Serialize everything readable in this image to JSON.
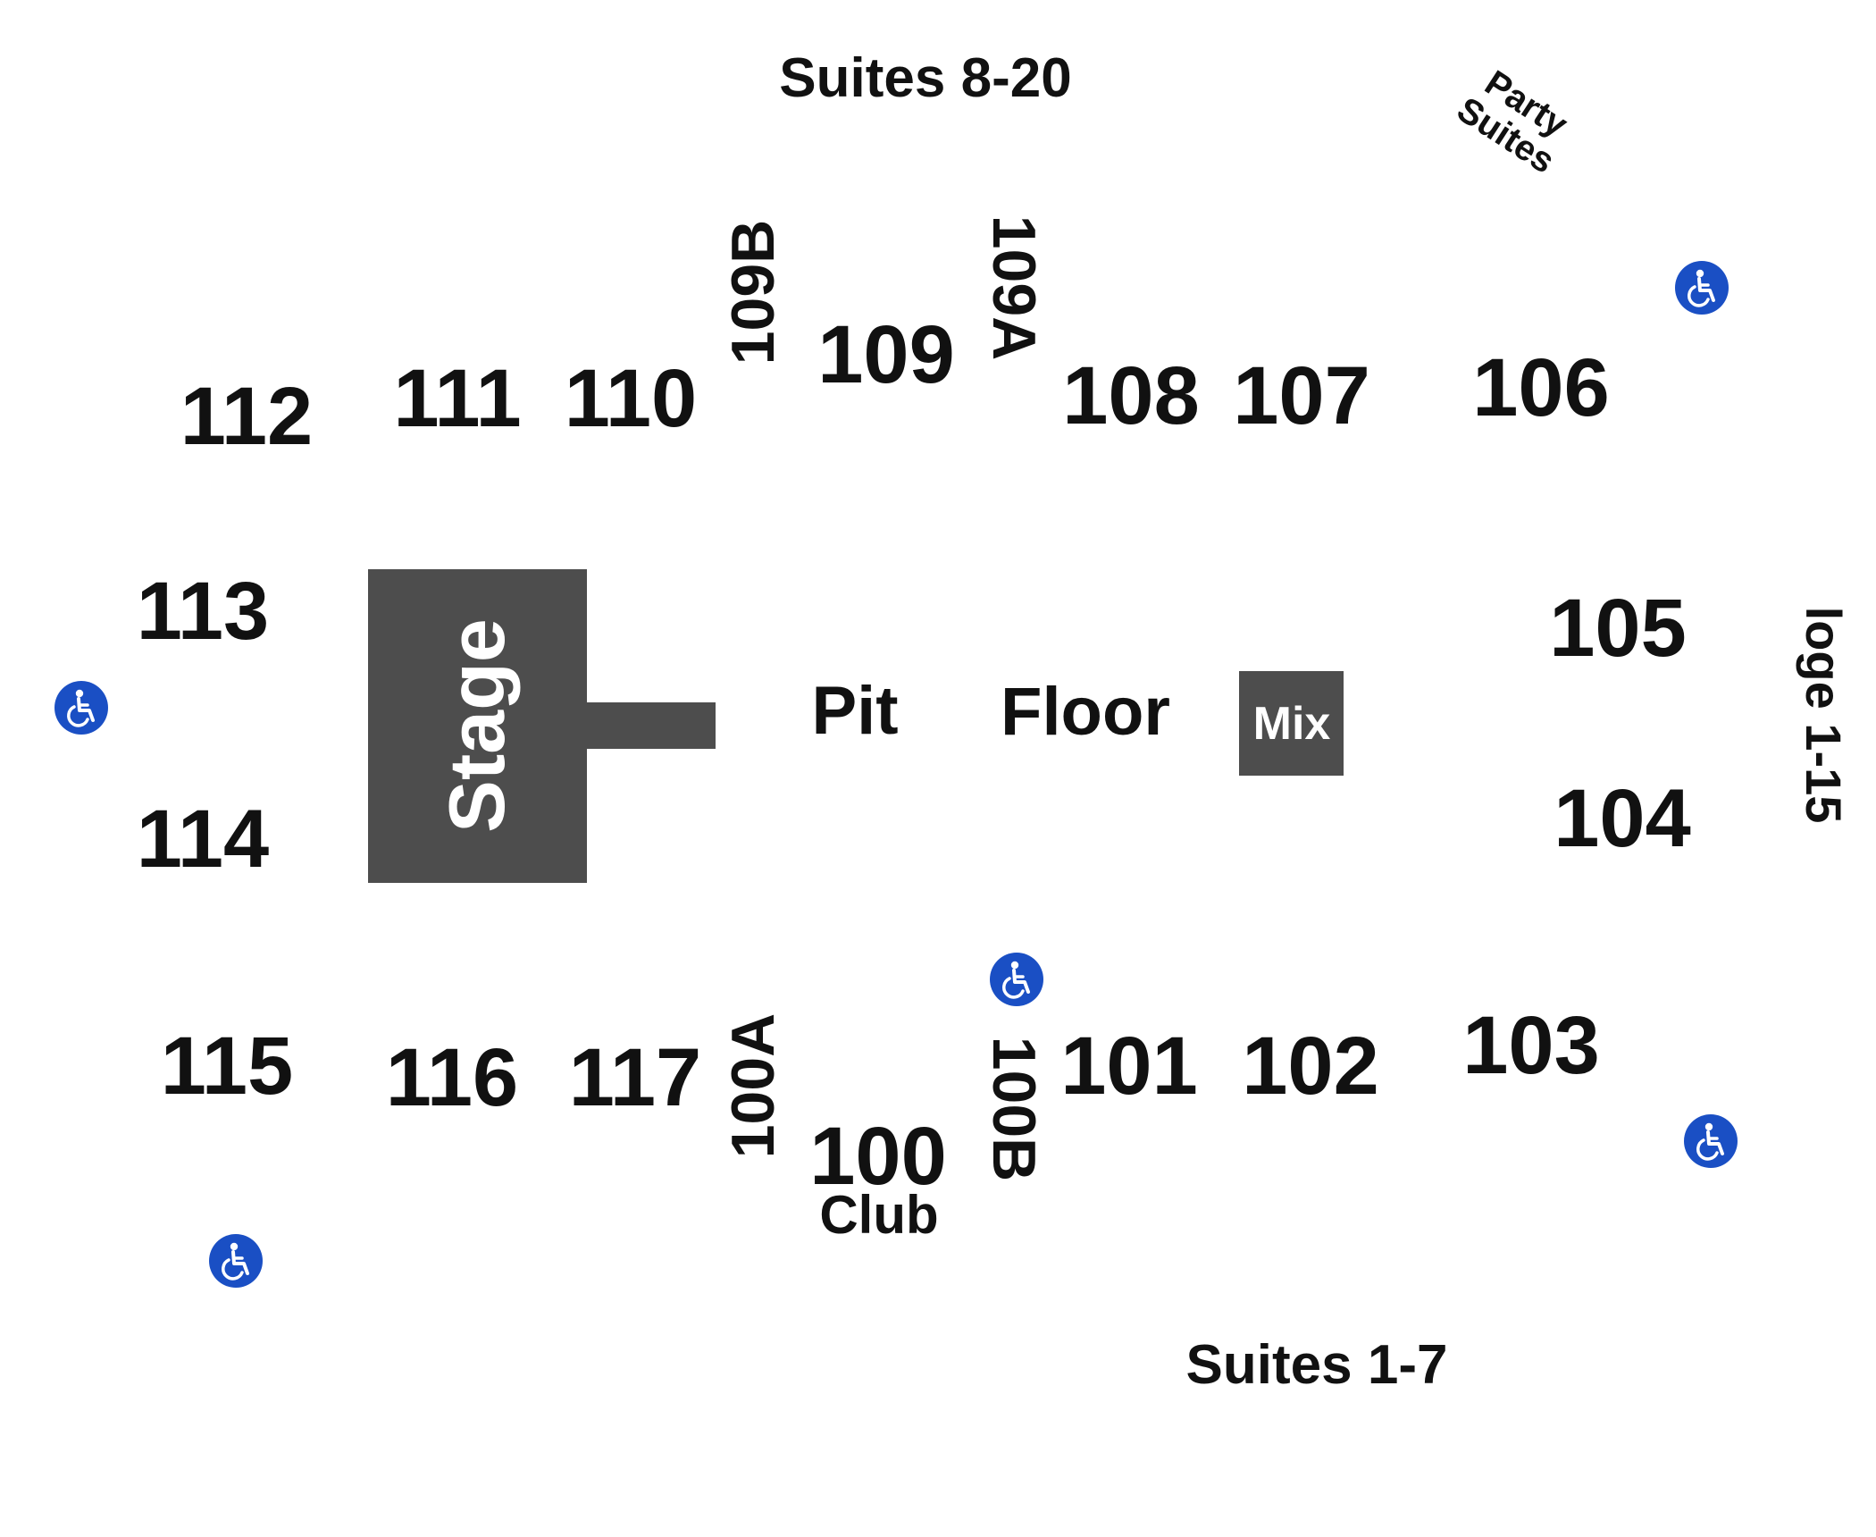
{
  "map": {
    "stage_label": "Stage",
    "mix_label": "Mix",
    "pit_label": "Pit",
    "floor_label": "Floor",
    "club_label": "Club",
    "suites_top": "Suites 8-20",
    "suites_bottom": "Suites 1-7",
    "party_suites_line1": "Party",
    "party_suites_line2": "Suites",
    "loge_label": "loge 1-15",
    "colors": {
      "stage_fill": "#4d4d4d",
      "accessible_icon_fill": "#1a4fc4",
      "label_text": "#111111"
    },
    "sections": {
      "s100": "100",
      "s100a": "100A",
      "s100b": "100B",
      "s101": "101",
      "s102": "102",
      "s103": "103",
      "s104": "104",
      "s105": "105",
      "s106": "106",
      "s107": "107",
      "s108": "108",
      "s109": "109",
      "s109a": "109A",
      "s109b": "109B",
      "s110": "110",
      "s111": "111",
      "s112": "112",
      "s113": "113",
      "s114": "114",
      "s115": "115",
      "s116": "116",
      "s117": "117"
    },
    "accessible_icon": "wheelchair-accessible-icon"
  }
}
